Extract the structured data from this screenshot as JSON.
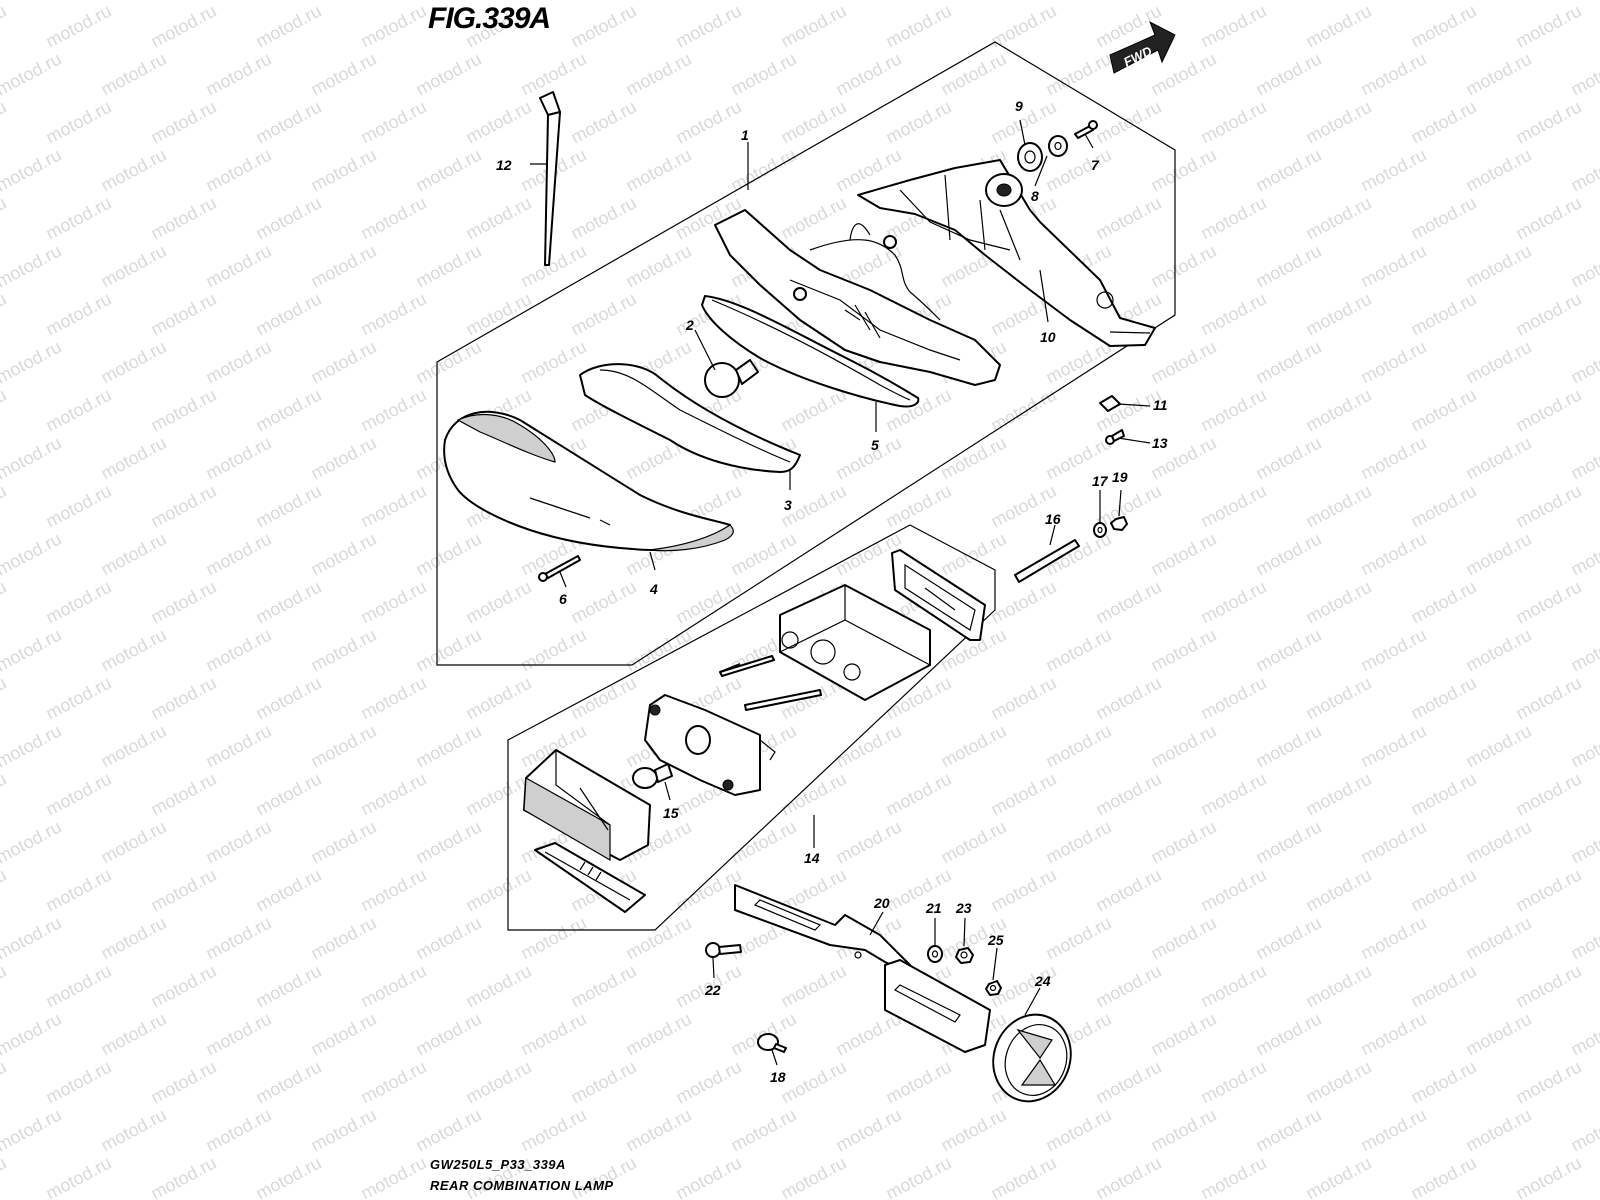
{
  "figure": {
    "title": "FIG.339A",
    "model_code": "GW250L5_P33_339A",
    "name": "REAR COMBINATION LAMP",
    "fwd_label": "FWD",
    "watermark": "motod.ru"
  },
  "callouts": [
    "1",
    "2",
    "3",
    "4",
    "5",
    "6",
    "7",
    "8",
    "9",
    "10",
    "11",
    "12",
    "13",
    "14",
    "15",
    "16",
    "17",
    "18",
    "19",
    "20",
    "21",
    "22",
    "23",
    "24",
    "25"
  ]
}
